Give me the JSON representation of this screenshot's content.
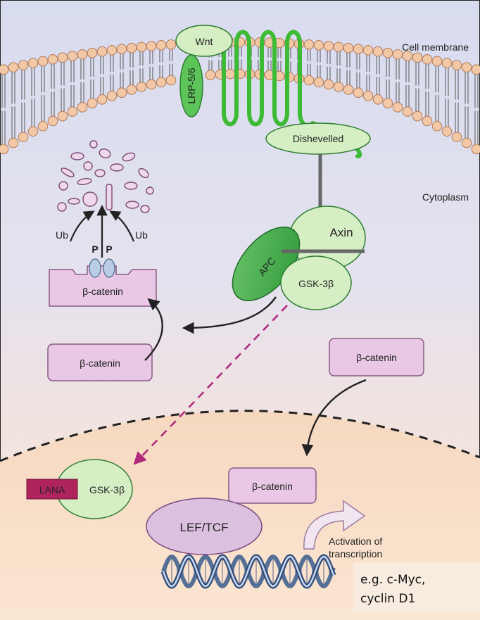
{
  "labels": {
    "cell_membrane": "Cell membrane",
    "cytoplasm": "Cytoplasm",
    "wnt": "Wnt",
    "lrp": "LRP-5/6",
    "dishevelled": "Dishevelled",
    "axin": "Axin",
    "apc": "APC",
    "gsk": "GSK-3β",
    "ub_left": "Ub",
    "ub_right": "Ub",
    "phospho_1": "P",
    "phospho_2": "P",
    "beta_catenin_phospho": "β-catenin",
    "beta_catenin_free": "β-catenin",
    "beta_catenin_right": "β-catenin",
    "beta_catenin_nucleus": "β-catenin",
    "lana": "LANA",
    "gsk_nucleus": "GSK-3β",
    "lef_tcf": "LEF/TCF",
    "activation_line1": "Activation of",
    "activation_line2": "transcription",
    "example_line1": "e.g. c-Myc,",
    "example_line2": "cyclin D1"
  },
  "colors": {
    "membrane_head": "#f3c8a6",
    "protein_green": "#d6eec4",
    "protein_green_dark": "#4caf50",
    "receptor_green": "#3dbb34",
    "catenin_pink": "#e8c8e4",
    "lef_purple": "#dcc0e0",
    "lana_red": "#b0245e",
    "dashed_arrow": "#b22a7e",
    "activation_text": "#9a2d86",
    "nucleus_fill": "#f8dcc0"
  }
}
